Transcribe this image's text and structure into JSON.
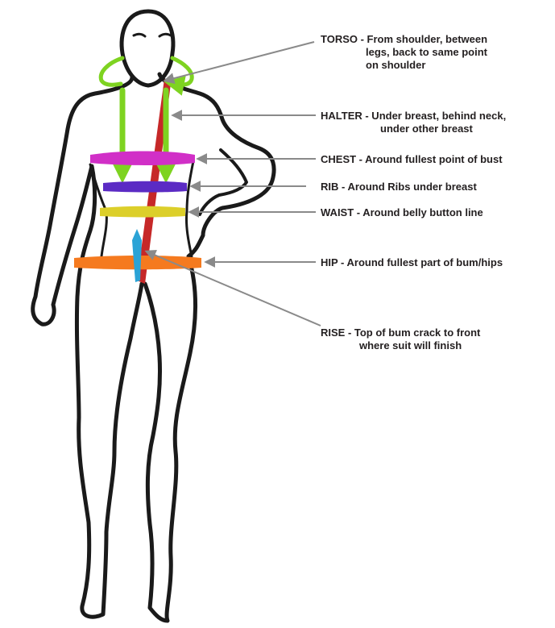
{
  "diagram": {
    "colors": {
      "outline": "#1a1a1a",
      "pointer": "#8a8a8a",
      "torso": "#c62828",
      "halter": "#7ed321",
      "chest": "#d12fc7",
      "rib": "#5b2bc4",
      "waist": "#dccf2a",
      "hip": "#f57a1f",
      "rise": "#2ba3d6"
    },
    "labels": [
      {
        "id": "torso",
        "lines": [
          "TORSO - From shoulder, between",
          "legs, back to same point",
          "on shoulder"
        ]
      },
      {
        "id": "halter",
        "lines": [
          "HALTER - Under breast, behind neck,",
          "under other breast"
        ]
      },
      {
        "id": "chest",
        "lines": [
          "CHEST - Around fullest point of bust"
        ]
      },
      {
        "id": "rib",
        "lines": [
          "RIB - Around Ribs under breast"
        ]
      },
      {
        "id": "waist",
        "lines": [
          "WAIST - Around belly button line"
        ]
      },
      {
        "id": "hip",
        "lines": [
          "HIP - Around fullest part of bum/hips"
        ]
      },
      {
        "id": "rise",
        "lines": [
          "RISE - Top of bum crack to front",
          "where suit will finish"
        ]
      }
    ]
  }
}
